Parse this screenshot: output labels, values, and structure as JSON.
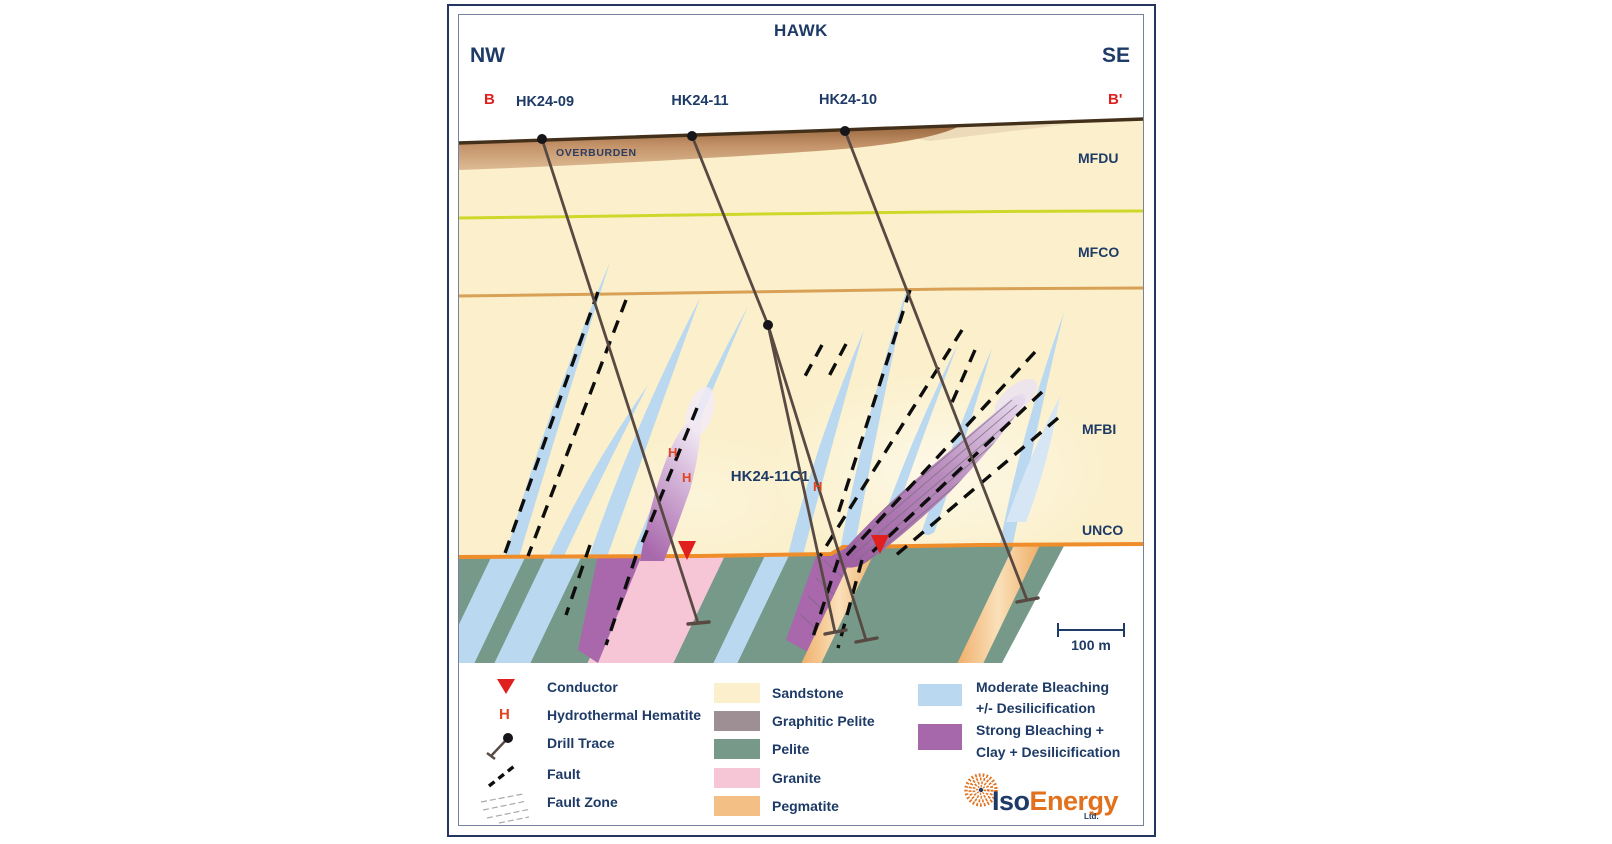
{
  "labels": {
    "title": "HAWK",
    "nw": "NW",
    "se": "SE",
    "b": "B",
    "b_prime": "B'",
    "overburden": "OVERBURDEN",
    "hematite": "H"
  },
  "holes": [
    {
      "name": "HK24-09"
    },
    {
      "name": "HK24-11"
    },
    {
      "name": "HK24-10"
    },
    {
      "name": "HK24-11C1"
    }
  ],
  "strata": [
    "MFDU",
    "MFCO",
    "MFBI",
    "UNCO"
  ],
  "scale_bar": {
    "label": "100 m"
  },
  "legend": {
    "symbols": [
      {
        "label": "Conductor"
      },
      {
        "label": "Hydrothermal Hematite"
      },
      {
        "label": "Drill Trace"
      },
      {
        "label": "Fault"
      },
      {
        "label": "Fault Zone"
      }
    ],
    "lithologies": [
      {
        "label": "Sandstone",
        "color": "#fbf0cb"
      },
      {
        "label": "Graphitic Pelite",
        "color": "#9e8f94"
      },
      {
        "label": "Pelite",
        "color": "#76998a"
      },
      {
        "label": "Granite",
        "color": "#f6c6d7"
      },
      {
        "label": "Pegmatite",
        "color": "#f3bf85"
      }
    ],
    "alteration": [
      {
        "line1": "Moderate Bleaching",
        "line2": "+/- Desilicification",
        "color": "#bad8ef"
      },
      {
        "line1": "Strong Bleaching +",
        "line2": "Clay + Desilicification",
        "color": "#a767ab"
      }
    ]
  },
  "logo": {
    "iso": "Iso",
    "energy": "Energy",
    "ltd": "Ltd."
  },
  "colors": {
    "navy_text": "#1e3a66",
    "red_marker": "#e01f1f",
    "sandstone": "#fbf0cb",
    "overburden_brown": "#ad7950",
    "surface_line": "#43301a",
    "mfdu_mfco_line": "#ccd92b",
    "mfco_mfbi_line": "#d8a156",
    "unconformity_orange": "#f08d2b",
    "pelite_green": "#76998a",
    "granite_pink": "#f6c6d7",
    "pegmatite_orange": "#f3bf85",
    "moderate_bleaching_blue": "#bad8ef",
    "strong_bleaching_purple": "#a767ab",
    "drill_trace": "#584a42",
    "logo_orange": "#e2711d"
  }
}
